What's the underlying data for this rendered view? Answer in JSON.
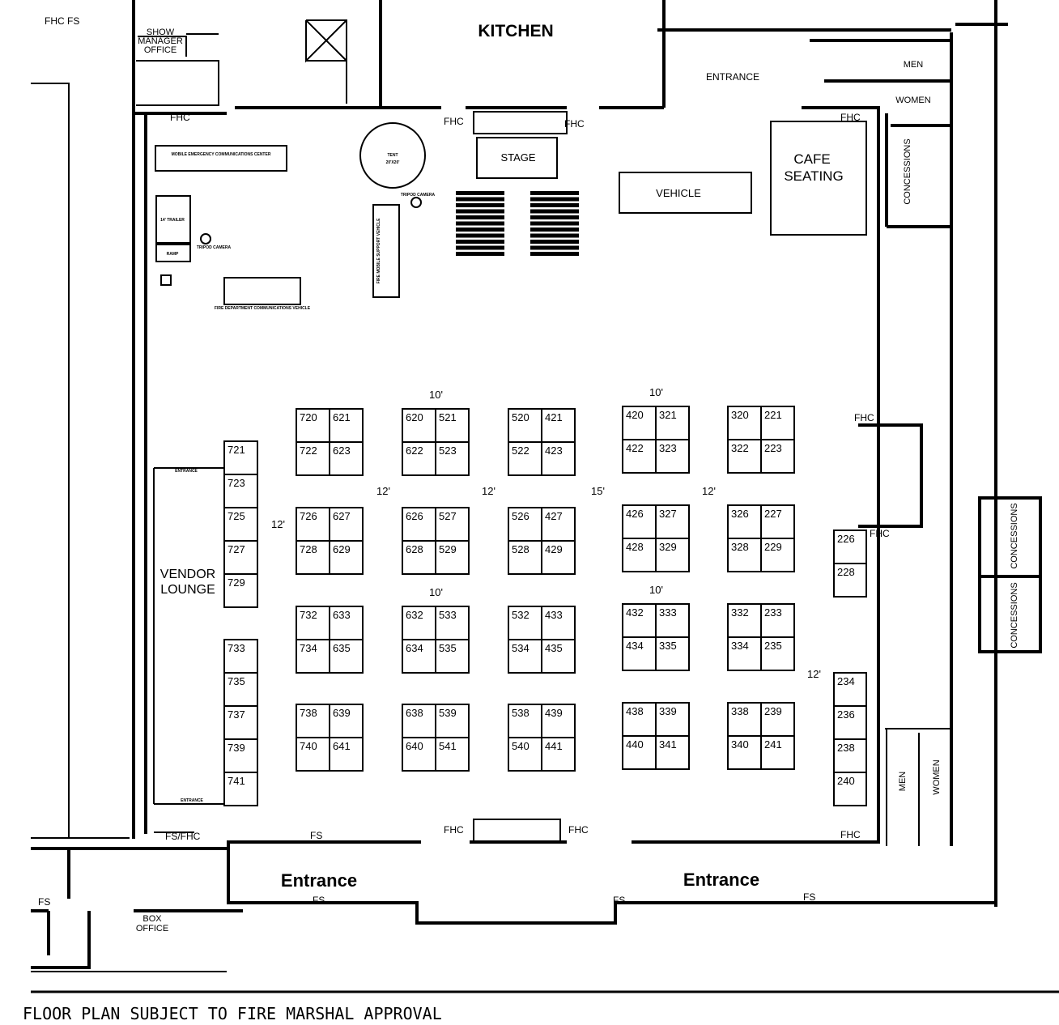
{
  "colors": {
    "ink": "#000000",
    "paper": "#ffffff"
  },
  "rooms": {
    "kitchen": "KITCHEN",
    "show_manager_1": "SHOW",
    "show_manager_2": "MANAGER",
    "show_manager_3": "OFFICE",
    "entrance_top": "ENTRANCE",
    "men_top": "MEN",
    "women_top": "WOMEN",
    "cafe_1": "CAFE",
    "cafe_2": "SEATING",
    "concessions_top": "CONCESSIONS",
    "stage": "STAGE",
    "vehicle": "VEHICLE",
    "vendor_1": "VENDOR",
    "vendor_2": "LOUNGE",
    "concessions_r1": "CONCESSIONS",
    "concessions_r2": "CONCESSIONS",
    "men_bottom": "MEN",
    "women_bottom": "WOMEN",
    "entrance_left": "Entrance",
    "entrance_right": "Entrance",
    "box_office_1": "BOX",
    "box_office_2": "OFFICE"
  },
  "small_labels": {
    "mecc": "MOBILE EMERGENCY COMMUNICATIONS CENTER",
    "trailer": "14' TRAILER",
    "ramp": "RAMP",
    "tripod1": "TRIPOD CAMERA",
    "tripod2": "TRIPOD CAMERA",
    "tent_1": "TENT",
    "tent_2": "20'X20'",
    "fire_comm": "FIRE DEPARTMENT COMMUNICATIONS VEHICLE",
    "fire_support": "FIRE MOBILE SUPPORT VEHICLE",
    "vendor_entrance": "ENTRANCE",
    "vendor_entrance2": "ENTRANCE"
  },
  "fixtures": {
    "fhc_fs": "FHC FS",
    "fhc1": "FHC",
    "fhc2": "FHC",
    "fhc3": "FHC",
    "fhc4": "FHC",
    "fhc5": "FHC",
    "fhc6": "FHC",
    "fhc7": "FHC",
    "fhc8": "FHC",
    "fhc9": "FHC",
    "fs_fhc": "FS/FHC",
    "fs1": "FS",
    "fs2": "FS",
    "fs3": "FS",
    "fs4": "FS",
    "fs5": "FS"
  },
  "dimensions": {
    "d1": "10'",
    "d2": "10'",
    "d3": "10'",
    "d4": "10'",
    "d5": "12'",
    "d6": "12'",
    "d7": "15'",
    "d8": "12'",
    "d9": "12'",
    "d10": "12'"
  },
  "booth_blocks": [
    [
      "720",
      "621",
      "722",
      "623"
    ],
    [
      "620",
      "521",
      "622",
      "523"
    ],
    [
      "520",
      "421",
      "522",
      "423"
    ],
    [
      "420",
      "321",
      "422",
      "323"
    ],
    [
      "320",
      "221",
      "322",
      "223"
    ],
    [
      "726",
      "627",
      "728",
      "629"
    ],
    [
      "626",
      "527",
      "628",
      "529"
    ],
    [
      "526",
      "427",
      "528",
      "429"
    ],
    [
      "426",
      "327",
      "428",
      "329"
    ],
    [
      "326",
      "227",
      "328",
      "229"
    ],
    [
      "732",
      "633",
      "734",
      "635"
    ],
    [
      "632",
      "533",
      "634",
      "535"
    ],
    [
      "532",
      "433",
      "534",
      "435"
    ],
    [
      "432",
      "333",
      "434",
      "335"
    ],
    [
      "332",
      "233",
      "334",
      "235"
    ],
    [
      "738",
      "639",
      "740",
      "641"
    ],
    [
      "638",
      "539",
      "640",
      "541"
    ],
    [
      "538",
      "439",
      "540",
      "441"
    ],
    [
      "438",
      "339",
      "440",
      "341"
    ],
    [
      "338",
      "239",
      "340",
      "241"
    ]
  ],
  "left_column_a": [
    "721",
    "723",
    "725",
    "727",
    "729"
  ],
  "left_column_b": [
    "733",
    "735",
    "737",
    "739",
    "741"
  ],
  "right_column_a": [
    "226",
    "228"
  ],
  "right_column_b": [
    "234",
    "236",
    "238",
    "240"
  ],
  "footer": "FLOOR PLAN SUBJECT TO FIRE MARSHAL APPROVAL"
}
